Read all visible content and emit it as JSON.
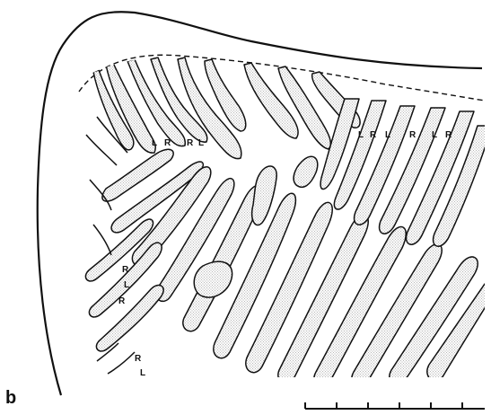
{
  "panel_letter": "b",
  "labels": {
    "top_left_L": "L",
    "top_left_R": "R",
    "top_left_R2": "R",
    "top_left_L2": "L",
    "top_right_L": "L",
    "top_right_R": "R",
    "top_right_L2": "L",
    "top_right_R2": "R",
    "top_right_L3": "L",
    "top_right_R3": "R",
    "side_R1": "R",
    "side_L1": "L",
    "side_R2": "R",
    "side_R3": "R",
    "side_L2": "L"
  },
  "colors": {
    "ink": "#111111",
    "stipple": "#9a9a9a",
    "background": "#ffffff"
  }
}
